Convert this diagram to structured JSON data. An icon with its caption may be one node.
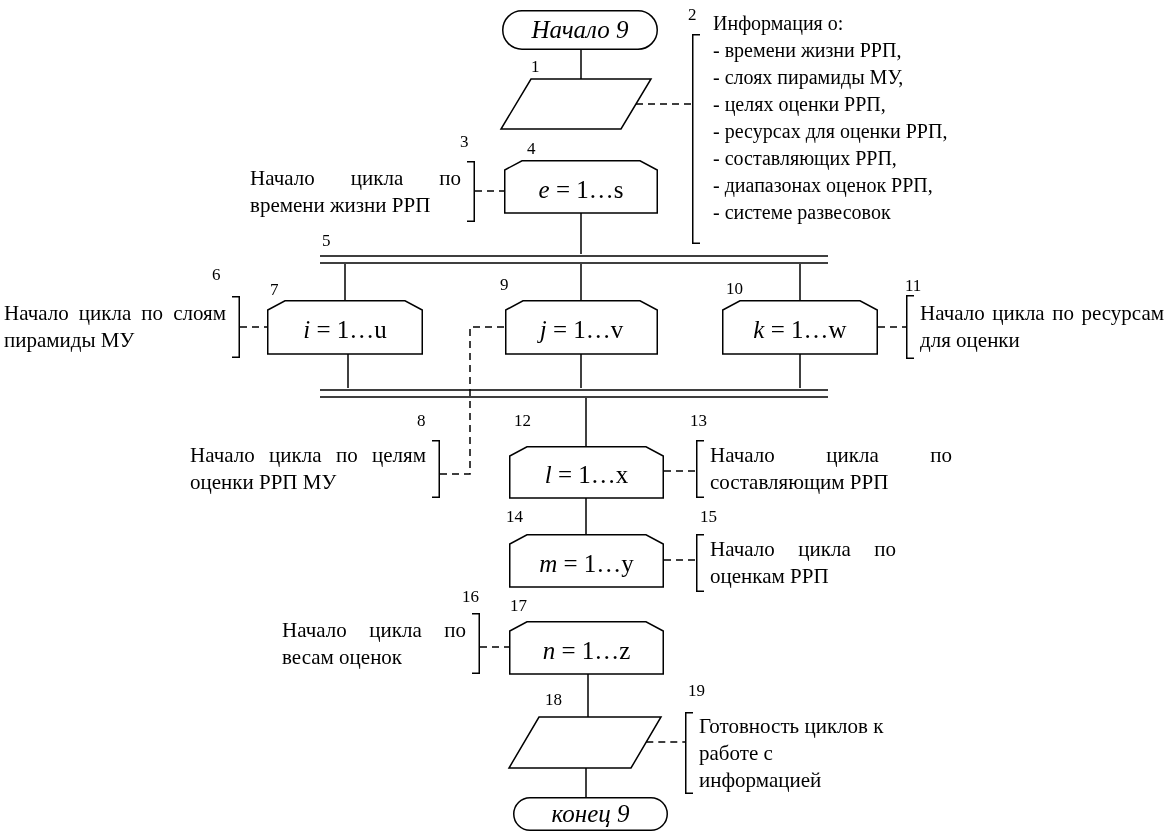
{
  "diagram": {
    "nodes": [
      {
        "text": [
          "Начало 9"
        ]
      },
      {
        "text": [],
        "shape": "parallelogram",
        "beside": [
          "1"
        ]
      },
      {
        "text": [
          "Информация о:",
          "- времени жизни РРП,",
          "- слоях пирамиды МУ,",
          "- целях оценки РРП,",
          "- ресурсах для оценки РРП,",
          "- составляющих РРП,",
          "- диапазонах оценок РРП,",
          "- системе развесовок"
        ],
        "beside": [
          "2"
        ]
      },
      {
        "text": [
          "Начало цикла по времени жизни РРП"
        ],
        "beside": [
          "3"
        ]
      },
      {
        "text": [
          "*e* = 1…s"
        ],
        "beside": [
          "4"
        ]
      },
      {
        "text": [],
        "shape": "bar",
        "beside": [
          "5"
        ]
      },
      {
        "text": [
          "Начало цикла по слоям пирамиды МУ"
        ],
        "beside": [
          "6"
        ]
      },
      {
        "text": [
          "*i* = 1…u"
        ],
        "beside": [
          "7"
        ]
      },
      {
        "text": [
          "Начало цикла по целям оценки РРП МУ"
        ],
        "beside": [
          "8"
        ]
      },
      {
        "text": [
          "*j* = 1…v"
        ],
        "beside": [
          "9"
        ]
      },
      {
        "text": [
          "*k* = 1…w"
        ],
        "beside": [
          "10"
        ]
      },
      {
        "text": [
          "Начало цикла по ресурсам для оценки"
        ],
        "beside": [
          "11"
        ]
      },
      {
        "text": [],
        "shape": "bar"
      },
      {
        "text": [
          "*l* = 1…x"
        ],
        "beside": [
          "12"
        ]
      },
      {
        "text": [
          "Начало цикла по составляющим РРП"
        ],
        "beside": [
          "13"
        ]
      },
      {
        "text": [
          "*m* = 1…y"
        ],
        "beside": [
          "14"
        ]
      },
      {
        "text": [
          "Начало цикла по оценкам РРП"
        ],
        "beside": [
          "15"
        ]
      },
      {
        "text": [
          "Начало цикла по весам оценок"
        ],
        "beside": [
          "16"
        ]
      },
      {
        "text": [
          "*n* = 1…z"
        ],
        "beside": [
          "17"
        ]
      },
      {
        "text": [],
        "shape": "parallelogram",
        "beside": [
          "18"
        ]
      },
      {
        "text": [
          "Готовность циклов к работе с информацией"
        ],
        "beside": [
          "19"
        ]
      },
      {
        "text": [
          "конец 9"
        ]
      }
    ],
    "edges": [
      {
        "from": 0,
        "to": 1,
        "arrow": "none"
      },
      {
        "from": 1,
        "to": 2,
        "arrow": "none",
        "style": "dashed"
      },
      {
        "from": 3,
        "to": 4,
        "arrow": "none",
        "style": "dashed"
      },
      {
        "from": 4,
        "to": 5,
        "arrow": "none"
      },
      {
        "from": 5,
        "to": 7,
        "arrow": "none"
      },
      {
        "from": 5,
        "to": 9,
        "arrow": "none"
      },
      {
        "from": 5,
        "to": 10,
        "arrow": "none"
      },
      {
        "from": 6,
        "to": 7,
        "arrow": "none",
        "style": "dashed"
      },
      {
        "from": 8,
        "to": 9,
        "arrow": "none",
        "style": "dashed"
      },
      {
        "from": 10,
        "to": 11,
        "arrow": "none",
        "style": "dashed"
      },
      {
        "from": 7,
        "to": 12,
        "arrow": "none"
      },
      {
        "from": 9,
        "to": 12,
        "arrow": "none"
      },
      {
        "from": 10,
        "to": 12,
        "arrow": "none"
      },
      {
        "from": 12,
        "to": 13,
        "arrow": "none"
      },
      {
        "from": 13,
        "to": 14,
        "arrow": "none",
        "style": "dashed"
      },
      {
        "from": 13,
        "to": 15,
        "arrow": "none"
      },
      {
        "from": 15,
        "to": 16,
        "arrow": "none",
        "style": "dashed"
      },
      {
        "from": 17,
        "to": 18,
        "arrow": "none",
        "style": "dashed"
      },
      {
        "from": 18,
        "to": 19,
        "arrow": "none"
      },
      {
        "from": 19,
        "to": 20,
        "arrow": "none",
        "style": "dashed"
      },
      {
        "from": 19,
        "to": 21,
        "arrow": "none"
      }
    ]
  }
}
